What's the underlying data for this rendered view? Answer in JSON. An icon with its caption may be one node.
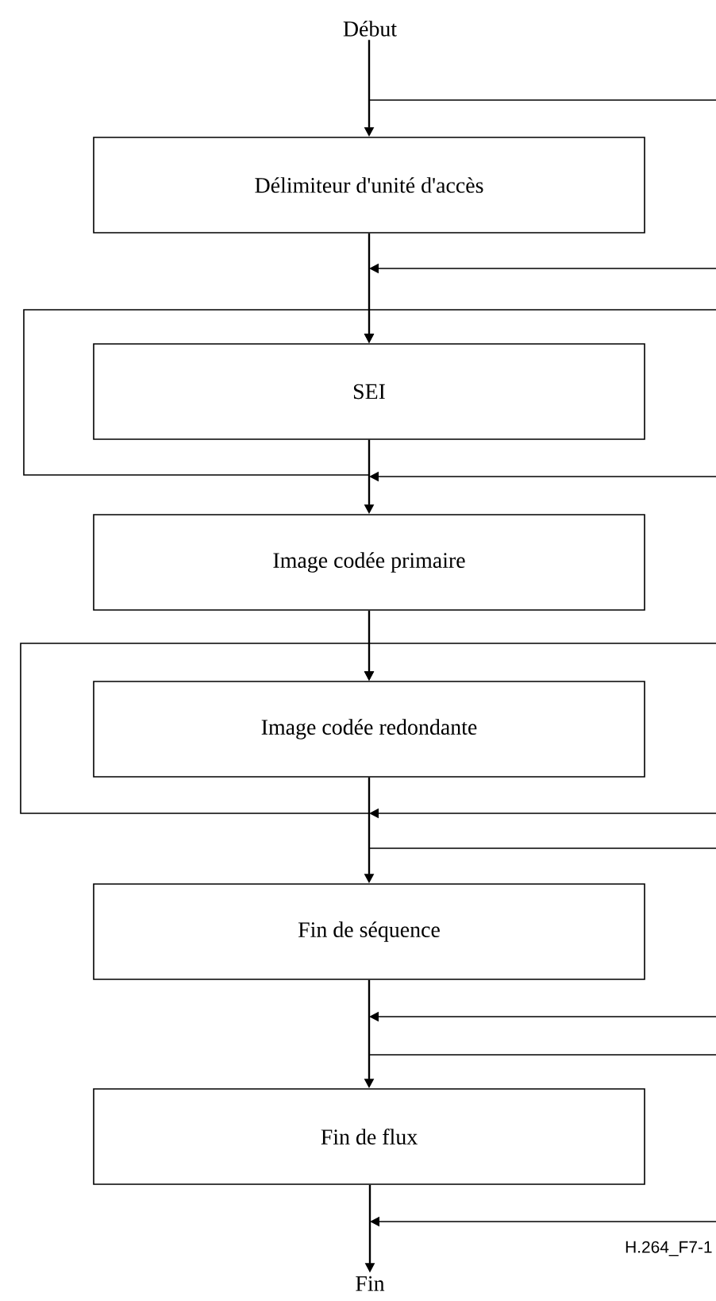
{
  "diagram": {
    "nodes": [
      {
        "text": [
          "Début"
        ]
      },
      {
        "text": [
          "Délimiteur d'unité d'accès"
        ]
      },
      {
        "text": [
          "SEI"
        ]
      },
      {
        "text": [
          "Image codée primaire"
        ]
      },
      {
        "text": [
          "Image codée redondante"
        ]
      },
      {
        "text": [
          "Fin de séquence"
        ]
      },
      {
        "text": [
          "Fin de flux"
        ]
      },
      {
        "text": [
          "Fin"
        ]
      }
    ],
    "edges": [
      {
        "from": 0,
        "to": 1,
        "arrow": "to"
      },
      {
        "from": 1,
        "to": 2,
        "arrow": "to"
      },
      {
        "from": 2,
        "to": 3,
        "arrow": "to"
      },
      {
        "from": 3,
        "to": 4,
        "arrow": "to"
      },
      {
        "from": 4,
        "to": 5,
        "arrow": "to"
      },
      {
        "from": 5,
        "to": 6,
        "arrow": "to"
      },
      {
        "from": 6,
        "to": 7,
        "arrow": "to"
      },
      {
        "from": 2,
        "to": 2,
        "arrow": "to"
      },
      {
        "from": 4,
        "to": 4,
        "arrow": "to"
      },
      {
        "from": 0,
        "to": null,
        "arrow": "none"
      },
      {
        "from": null,
        "to": 2,
        "arrow": "to"
      },
      {
        "from": 1,
        "to": null,
        "arrow": "none"
      },
      {
        "from": null,
        "to": 3,
        "arrow": "to"
      },
      {
        "from": 3,
        "to": null,
        "arrow": "none"
      },
      {
        "from": null,
        "to": 5,
        "arrow": "to"
      },
      {
        "from": 4,
        "to": null,
        "arrow": "none"
      },
      {
        "from": null,
        "to": 6,
        "arrow": "to"
      },
      {
        "from": 5,
        "to": null,
        "arrow": "none"
      },
      {
        "from": null,
        "to": 7,
        "arrow": "to"
      }
    ],
    "labels": [
      "H.264_F7-1"
    ]
  }
}
